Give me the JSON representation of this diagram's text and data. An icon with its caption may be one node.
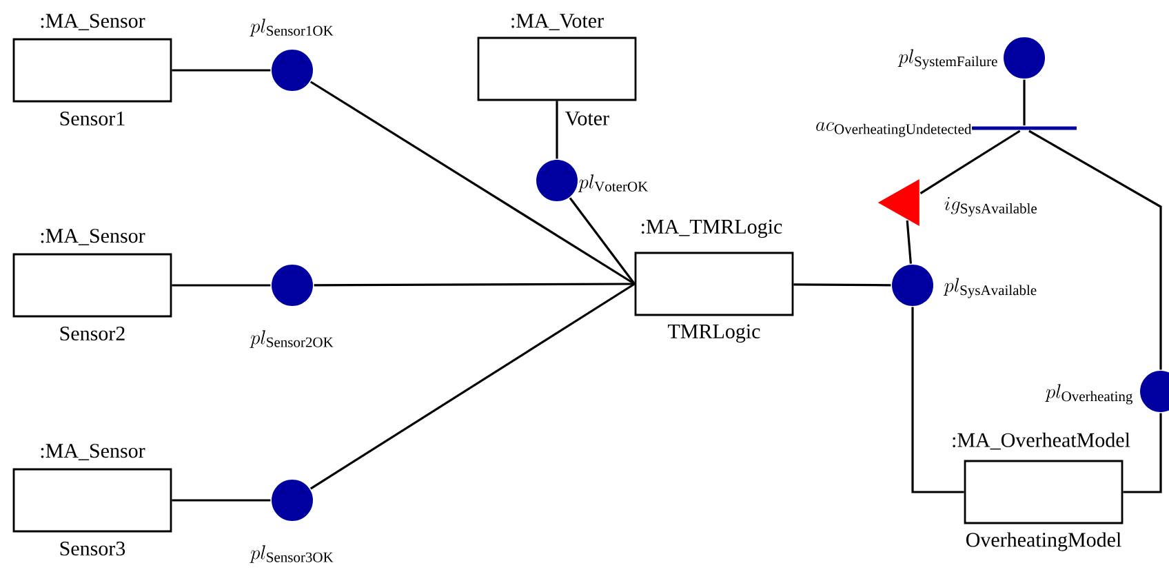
{
  "diagram": {
    "nodes": [
      {
        "text": [
          ":MA_Sensor",
          "Sensor1"
        ]
      },
      {
        "text": [
          "pl_{\\mathrm{Sensor1OK}}"
        ]
      },
      {
        "text": [
          ":MA_Sensor",
          "Sensor2"
        ]
      },
      {
        "text": [
          "pl_{\\mathrm{Sensor2OK}}"
        ]
      },
      {
        "text": [
          ":MA_Sensor",
          "Sensor3"
        ]
      },
      {
        "text": [
          "pl_{\\mathrm{Sensor3OK}}"
        ]
      },
      {
        "text": [
          ":MA_Voter",
          "Voter"
        ]
      },
      {
        "text": [
          "pl_{\\mathrm{VoterOK}}"
        ]
      },
      {
        "text": [
          ":MA_TMRLogic",
          "TMRLogic"
        ]
      },
      {
        "text": [
          "pl_{\\mathrm{SysAvailable}}"
        ]
      },
      {
        "text": [
          "ig_{\\mathrm{SysAvailable}}"
        ]
      },
      {
        "text": [
          "ac_{\\mathrm{OverheatingUndetected}}"
        ]
      },
      {
        "text": [
          "pl_{\\mathrm{SystemFailure}}"
        ]
      },
      {
        "text": [
          "pl_{\\mathrm{Overheating}}"
        ]
      },
      {
        "text": [
          ":MA_OverheatModel",
          "OverheatingModel"
        ]
      }
    ],
    "edges": [
      {
        "from": 0,
        "to": 1,
        "arrow": "none"
      },
      {
        "from": 1,
        "to": 8,
        "arrow": "none"
      },
      {
        "from": 2,
        "to": 3,
        "arrow": "none"
      },
      {
        "from": 3,
        "to": 8,
        "arrow": "none"
      },
      {
        "from": 4,
        "to": 5,
        "arrow": "none"
      },
      {
        "from": 5,
        "to": 8,
        "arrow": "none"
      },
      {
        "from": 6,
        "to": 7,
        "arrow": "none"
      },
      {
        "from": 7,
        "to": 8,
        "arrow": "none"
      },
      {
        "from": 8,
        "to": 9,
        "arrow": "none"
      },
      {
        "from": 9,
        "to": 10,
        "arrow": "none"
      },
      {
        "from": 10,
        "to": 11,
        "arrow": "none"
      },
      {
        "from": 11,
        "to": 12,
        "arrow": "none"
      },
      {
        "from": 11,
        "to": 13,
        "arrow": "none"
      },
      {
        "from": 9,
        "to": 14,
        "arrow": "none"
      },
      {
        "from": 14,
        "to": 13,
        "arrow": "none"
      }
    ]
  }
}
